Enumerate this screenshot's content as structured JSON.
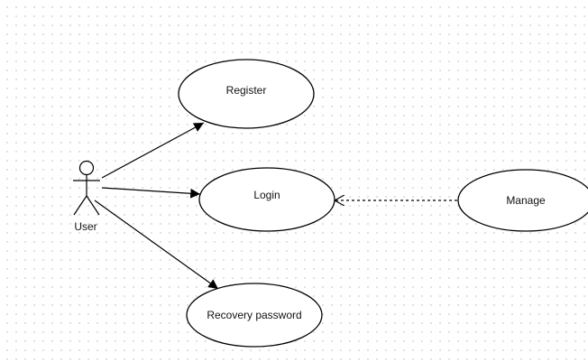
{
  "diagram": {
    "actor": {
      "name": "User",
      "icon": "stick-figure-icon"
    },
    "use_cases": [
      {
        "id": "register",
        "label": "Register"
      },
      {
        "id": "login",
        "label": "Login"
      },
      {
        "id": "recovery",
        "label": "Recovery password"
      },
      {
        "id": "manage",
        "label": "Manage"
      }
    ],
    "relations": [
      {
        "from": "actor",
        "to": "register",
        "type": "association"
      },
      {
        "from": "actor",
        "to": "login",
        "type": "association"
      },
      {
        "from": "actor",
        "to": "recovery",
        "type": "association"
      },
      {
        "from": "manage",
        "to": "login",
        "type": "dependency"
      }
    ]
  }
}
